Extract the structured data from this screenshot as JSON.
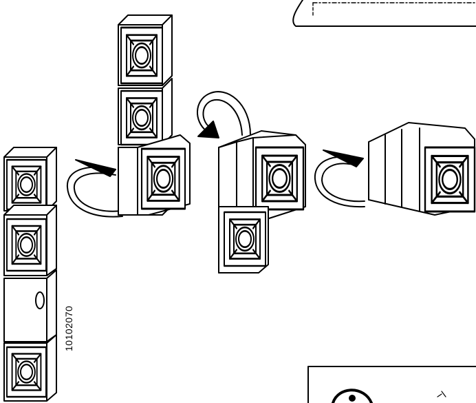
{
  "drawing_number": "10102070",
  "colors": {
    "line": "#000000",
    "face": "#ffffff"
  },
  "steps": [
    {
      "name": "strip-of-four-blocks"
    },
    {
      "name": "fold-to-L-shape",
      "arrow": "curved-arrow-icon"
    },
    {
      "name": "fold-top-blocks-over",
      "arrow": "curved-arrow-icon"
    },
    {
      "name": "fold-into-stack",
      "arrow": "curved-arrow-icon"
    }
  ],
  "inset_top_right": "dashed-outline-panel",
  "inset_bottom_right": "info-panel-with-symbol"
}
